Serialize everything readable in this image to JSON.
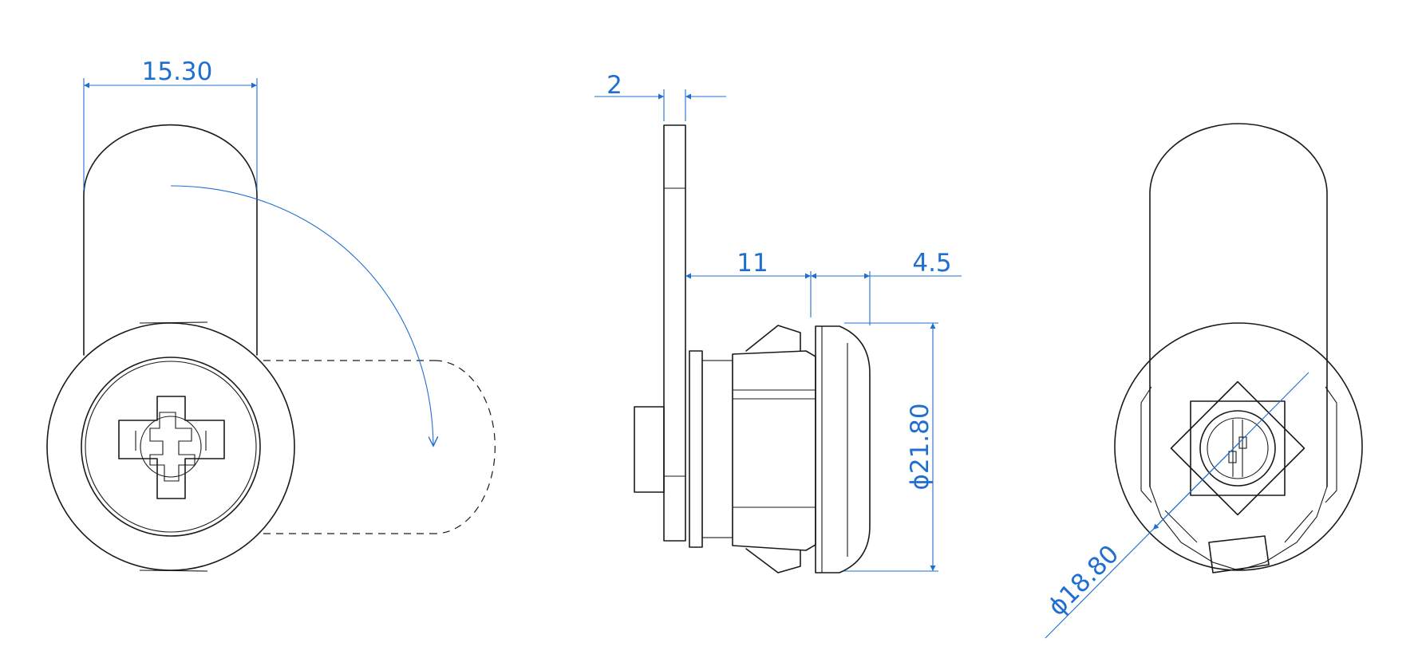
{
  "colors": {
    "dimension": "#1f6fd1",
    "outline": "#1a1a1a",
    "background": "#ffffff"
  },
  "dimensions": {
    "front_width": "15.30",
    "plate_thickness": "2",
    "body_length": "11",
    "bezel_depth": "4.5",
    "bezel_diameter": "21.80",
    "thread_diameter": "18.80"
  },
  "symbols": {
    "diameter": "ϕ"
  }
}
